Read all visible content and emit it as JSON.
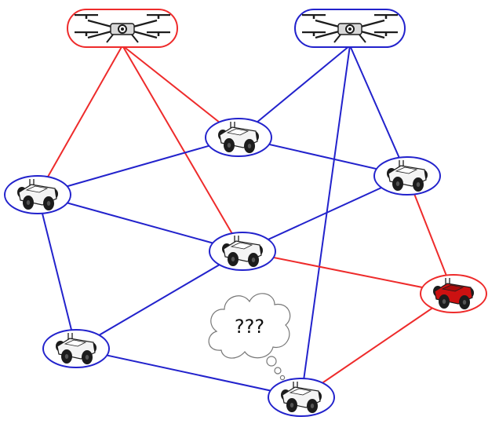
{
  "colors": {
    "red": "#ee2b2b",
    "blue": "#2222cc",
    "robot_body": "#f4f4f4",
    "robot_dark": "#1c1c1c",
    "robot_red": "#cc1111"
  },
  "nodes": [
    {
      "id": "drone-red",
      "kind": "drone",
      "color": "red"
    },
    {
      "id": "drone-blue",
      "kind": "drone",
      "color": "blue"
    },
    {
      "id": "robot-1",
      "kind": "robot",
      "color": "blue",
      "body": "white"
    },
    {
      "id": "robot-2",
      "kind": "robot",
      "color": "blue",
      "body": "white"
    },
    {
      "id": "robot-3",
      "kind": "robot",
      "color": "blue",
      "body": "white"
    },
    {
      "id": "robot-4",
      "kind": "robot",
      "color": "blue",
      "body": "white"
    },
    {
      "id": "robot-5",
      "kind": "robot",
      "color": "red",
      "body": "red"
    },
    {
      "id": "robot-6",
      "kind": "robot",
      "color": "blue",
      "body": "white"
    },
    {
      "id": "robot-7",
      "kind": "robot",
      "color": "blue",
      "body": "white"
    }
  ],
  "edges": [
    {
      "from": "drone-red",
      "to": "robot-2",
      "color": "red"
    },
    {
      "from": "drone-red",
      "to": "robot-1",
      "color": "red"
    },
    {
      "from": "drone-red",
      "to": "robot-4",
      "color": "red"
    },
    {
      "from": "drone-blue",
      "to": "robot-1",
      "color": "blue"
    },
    {
      "from": "drone-blue",
      "to": "robot-3",
      "color": "blue"
    },
    {
      "from": "drone-blue",
      "to": "robot-7",
      "color": "blue"
    },
    {
      "from": "robot-1",
      "to": "robot-2",
      "color": "blue"
    },
    {
      "from": "robot-1",
      "to": "robot-3",
      "color": "blue"
    },
    {
      "from": "robot-2",
      "to": "robot-4",
      "color": "blue"
    },
    {
      "from": "robot-2",
      "to": "robot-6",
      "color": "blue"
    },
    {
      "from": "robot-3",
      "to": "robot-4",
      "color": "blue"
    },
    {
      "from": "robot-3",
      "to": "robot-5",
      "color": "red"
    },
    {
      "from": "robot-4",
      "to": "robot-5",
      "color": "red"
    },
    {
      "from": "robot-4",
      "to": "robot-6",
      "color": "blue"
    },
    {
      "from": "robot-5",
      "to": "robot-7",
      "color": "red"
    },
    {
      "from": "robot-6",
      "to": "robot-7",
      "color": "blue"
    }
  ],
  "thought_bubble": {
    "text": "???"
  }
}
